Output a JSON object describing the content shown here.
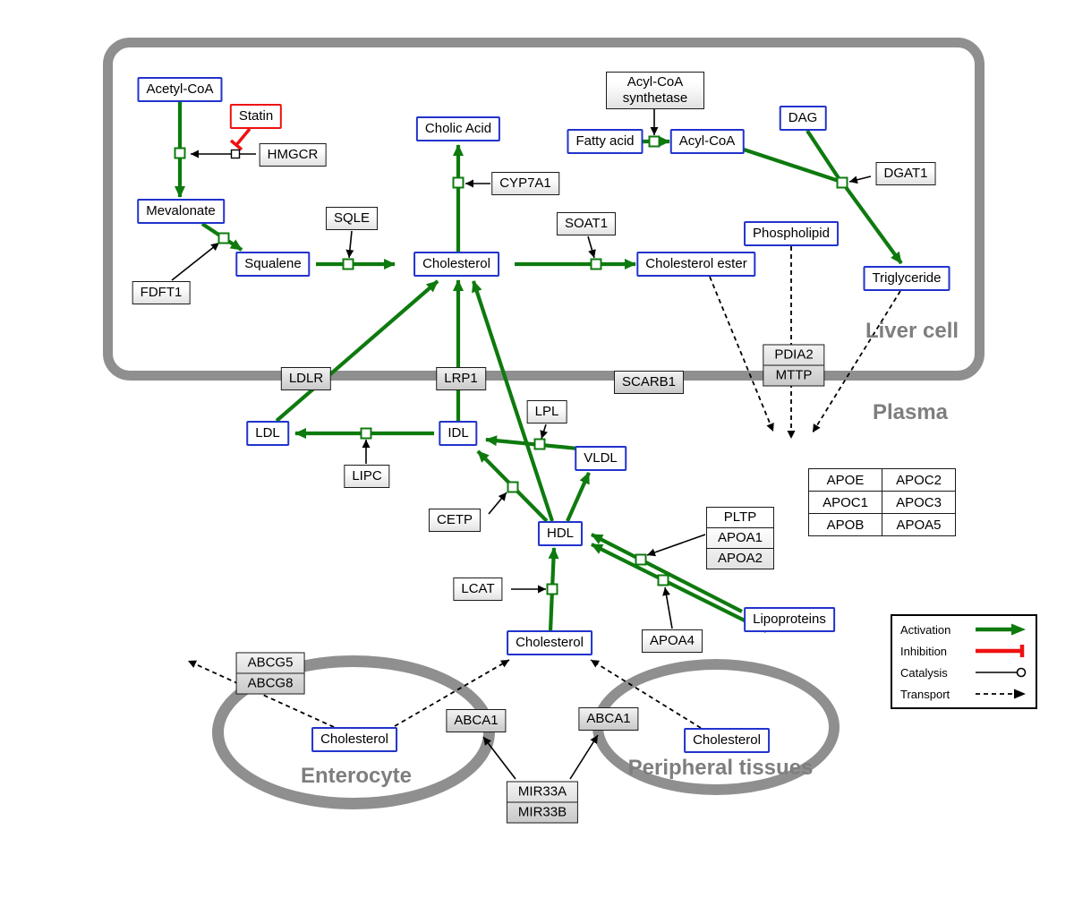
{
  "compartments": {
    "liver": "Liver cell",
    "plasma": "Plasma",
    "enterocyte": "Enterocyte",
    "peripheral": "Peripheral tissues"
  },
  "nodes": {
    "acetyl_coa": "Acetyl-CoA",
    "statin": "Statin",
    "hmgcr": "HMGCR",
    "mevalonate": "Mevalonate",
    "fdft1": "FDFT1",
    "squalene": "Squalene",
    "sqle": "SQLE",
    "cholic_acid": "Cholic Acid",
    "cyp7a1": "CYP7A1",
    "cholesterol_liver": "Cholesterol",
    "soat1": "SOAT1",
    "cholesterol_ester": "Cholesterol ester",
    "fatty_acid": "Fatty acid",
    "acyl_coa": "Acyl-CoA",
    "acyl_coa_synthetase": "Acyl-CoA synthetase",
    "dag": "DAG",
    "dgat1": "DGAT1",
    "phospholipid": "Phospholipid",
    "triglyceride": "Triglyceride",
    "pdia2": "PDIA2",
    "mttp": "MTTP",
    "ldlr": "LDLR",
    "lrp1": "LRP1",
    "scarb1": "SCARB1",
    "ldl": "LDL",
    "idl": "IDL",
    "lipc": "LIPC",
    "lpl": "LPL",
    "vldl": "VLDL",
    "cetp": "CETP",
    "hdl": "HDL",
    "lcat": "LCAT",
    "pltp": "PLTP",
    "apoa1": "APOA1",
    "apoa2": "APOA2",
    "lipoproteins": "Lipoproteins",
    "apoa4": "APOA4",
    "cholesterol_plasma": "Cholesterol",
    "abcg5": "ABCG5",
    "abcg8": "ABCG8",
    "cholesterol_enterocyte": "Cholesterol",
    "abca1_left": "ABCA1",
    "abca1_right": "ABCA1",
    "cholesterol_peripheral": "Cholesterol",
    "mir33a": "MIR33A",
    "mir33b": "MIR33B"
  },
  "apo_table": {
    "rows": [
      [
        "APOE",
        "APOC2"
      ],
      [
        "APOC1",
        "APOC3"
      ],
      [
        "APOB",
        "APOA5"
      ]
    ]
  },
  "legend": {
    "activation": "Activation",
    "inhibition": "Inhibition",
    "catalysis": "Catalysis",
    "transport": "Transport"
  },
  "colors": {
    "activation_green": "#0e7a0e",
    "inhibition_red": "#ee1111",
    "metabolite_border_blue": "#2133cc",
    "membrane_gray": "#8f8f8f"
  }
}
